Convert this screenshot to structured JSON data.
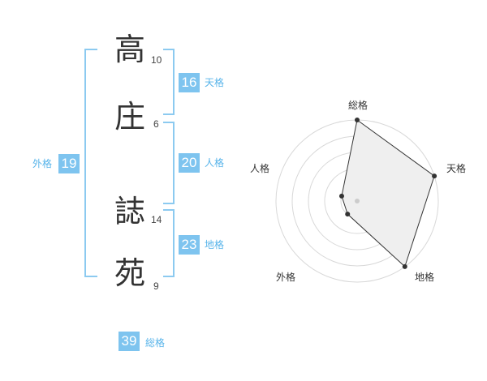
{
  "name": {
    "chars": [
      {
        "char": "高",
        "strokes": "10"
      },
      {
        "char": "庄",
        "strokes": "6"
      },
      {
        "char": "誌",
        "strokes": "14"
      },
      {
        "char": "苑",
        "strokes": "9"
      }
    ]
  },
  "fortune": {
    "tenkaku": {
      "value": "16",
      "label": "天格"
    },
    "jinkaku": {
      "value": "20",
      "label": "人格"
    },
    "chikaku": {
      "value": "23",
      "label": "地格"
    },
    "gaikaku": {
      "value": "19",
      "label": "外格"
    },
    "soukaku": {
      "value": "39",
      "label": "総格"
    }
  },
  "radar": {
    "axes": [
      "総格",
      "天格",
      "地格",
      "外格",
      "人格"
    ],
    "values": [
      5,
      5,
      5,
      1,
      1
    ],
    "max": 5,
    "rings": 5
  }
}
